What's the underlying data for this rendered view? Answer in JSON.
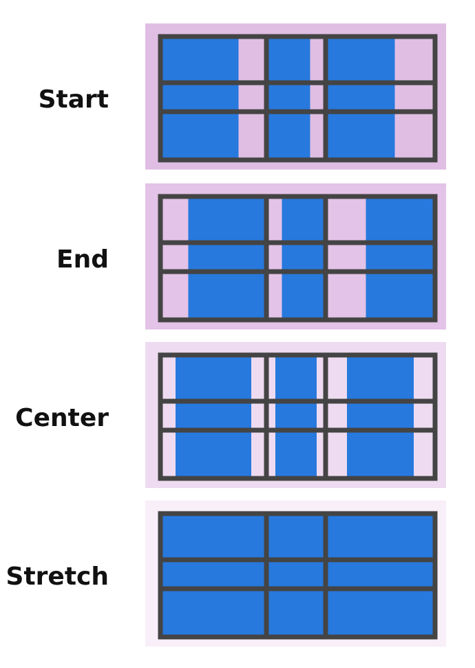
{
  "colors": {
    "item": "#2779DD",
    "line": "#444444",
    "panel_bg": [
      "#E0BEE4",
      "#E3C3E7",
      "#EEDBF1",
      "#F8EFF9"
    ]
  },
  "rows": [
    {
      "label": "Start",
      "justify": "start"
    },
    {
      "label": "End",
      "justify": "end"
    },
    {
      "label": "Center",
      "justify": "center"
    },
    {
      "label": "Stretch",
      "justify": "stretch"
    }
  ],
  "grid": {
    "columns": 3,
    "rows": 3
  }
}
